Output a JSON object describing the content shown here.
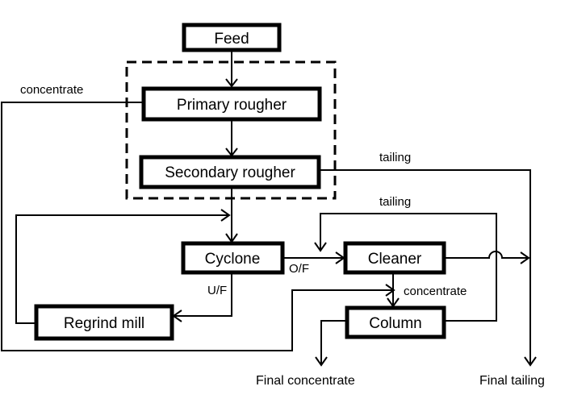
{
  "nodes": {
    "feed": "Feed",
    "primary_rougher": "Primary rougher",
    "secondary_rougher": "Secondary rougher",
    "cyclone": "Cyclone",
    "cleaner": "Cleaner",
    "regrind_mill": "Regrind mill",
    "column": "Column"
  },
  "labels": {
    "primary_concentrate": "concentrate",
    "secondary_tailing": "tailing",
    "column_tailing": "tailing",
    "overflow": "O/F",
    "underflow": "U/F",
    "cleaner_concentrate": "concentrate",
    "final_concentrate": "Final concentrate",
    "final_tailing": "Final tailing"
  },
  "colors": {
    "line": "#000000",
    "background": "#ffffff"
  }
}
